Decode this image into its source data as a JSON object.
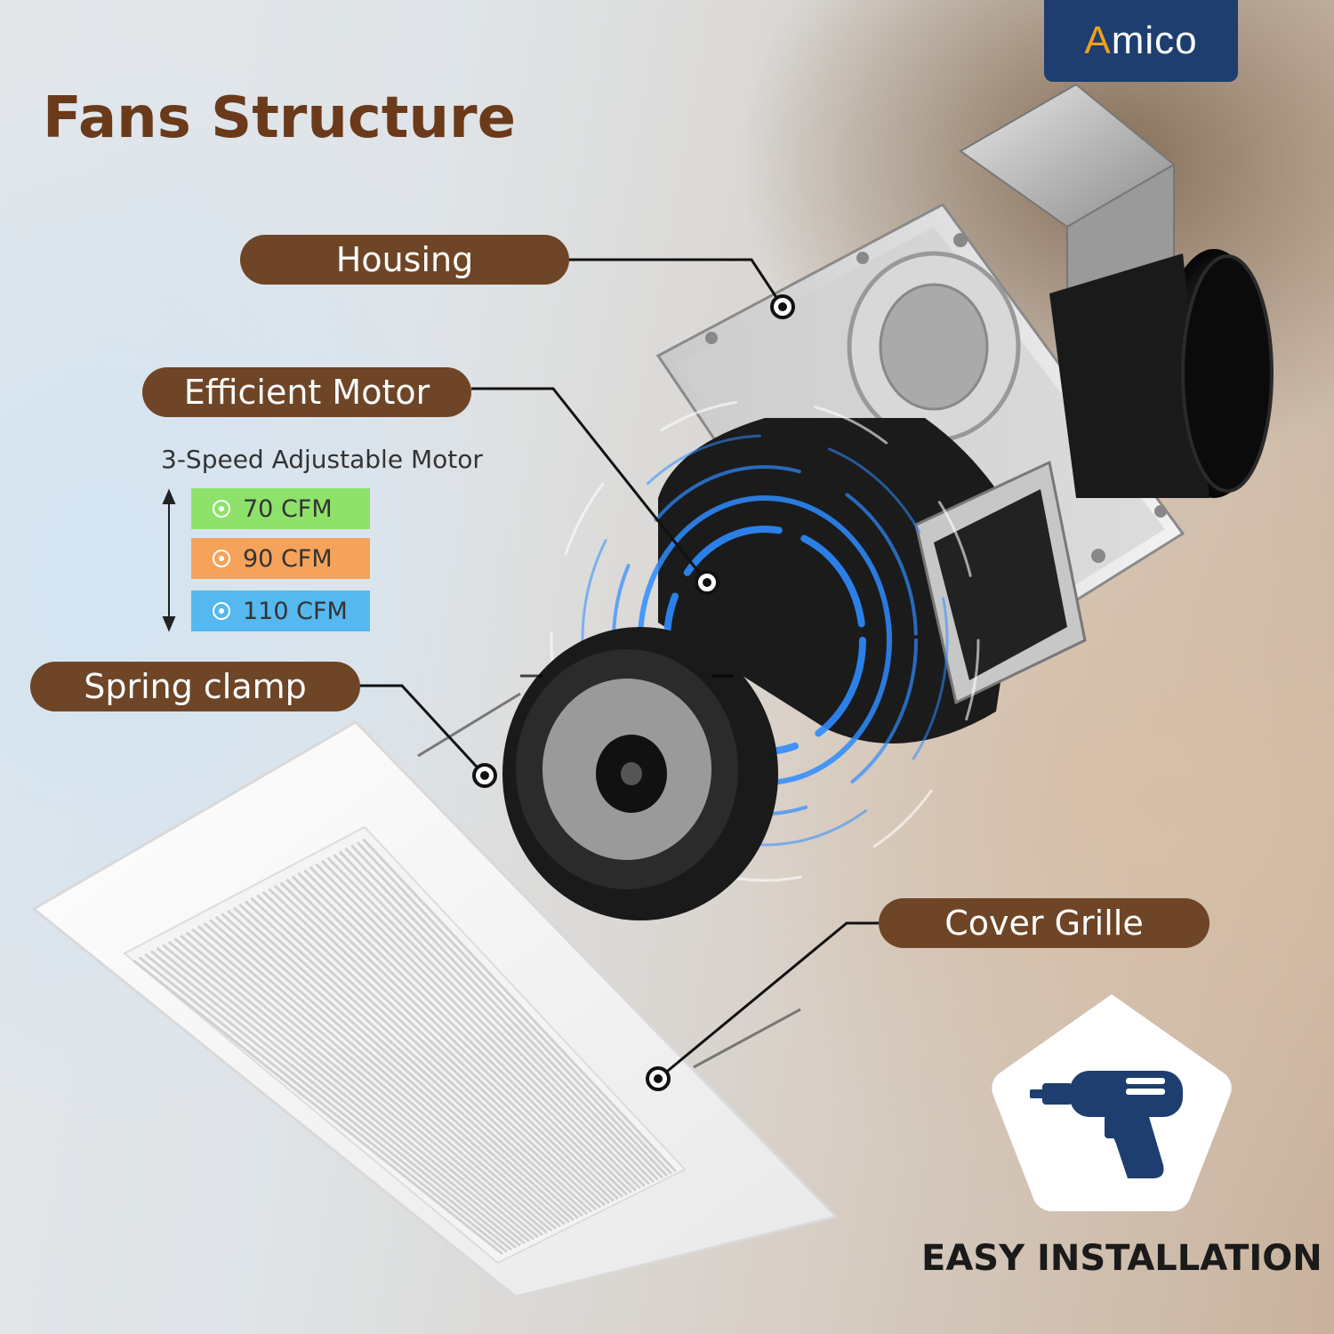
{
  "brand": {
    "name": "Amico"
  },
  "title": "Fans Structure",
  "callouts": {
    "housing": "Housing",
    "motor": "Efficient Motor",
    "spring_clamp": "Spring clamp",
    "cover_grille": "Cover Grille"
  },
  "motor_speeds": {
    "heading": "3-Speed Adjustable Motor",
    "levels": [
      {
        "label": "70 CFM",
        "color": "#8ee26a"
      },
      {
        "label": "90 CFM",
        "color": "#f5a25a"
      },
      {
        "label": "110 CFM",
        "color": "#55b8ee"
      }
    ]
  },
  "feature": {
    "label": "EASY INSTALLATION",
    "icon": "drill-icon"
  },
  "colors": {
    "brand_navy": "#1d3e6e",
    "callout_brown": "#6e4526",
    "title_brown": "#6b3a1a",
    "drill_blue": "#1d3e6e"
  }
}
